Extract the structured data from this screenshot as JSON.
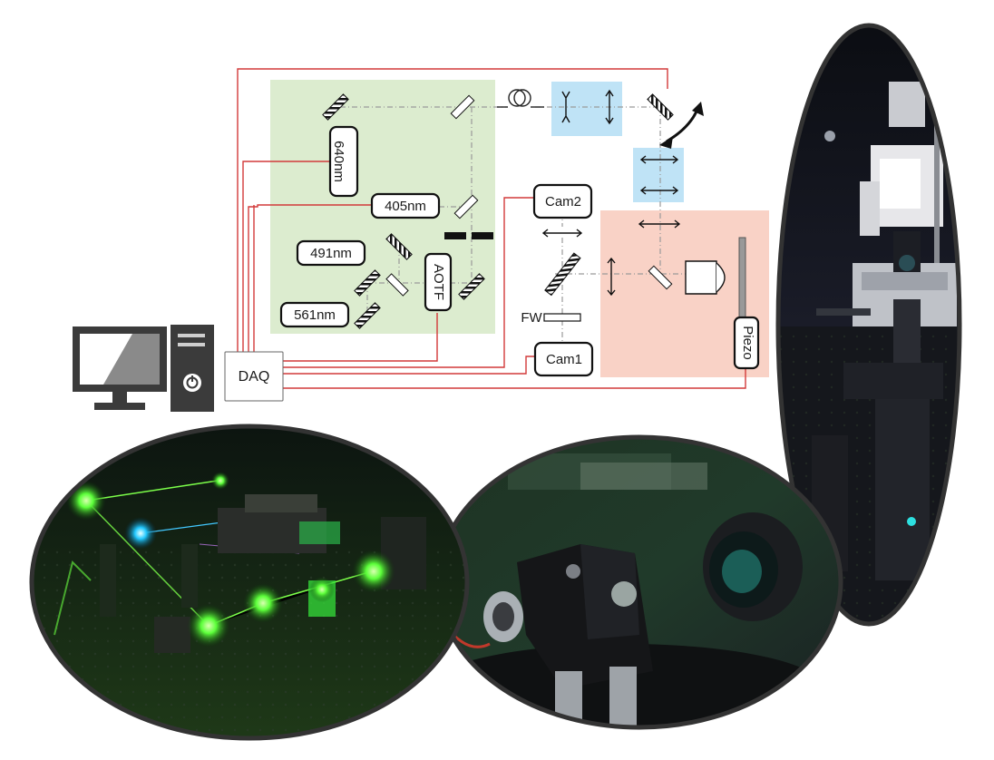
{
  "diagram": {
    "lasers": [
      "640nm",
      "405nm",
      "491nm",
      "561nm"
    ],
    "modulator": "AOTF",
    "cameras": [
      "Cam2",
      "Cam1"
    ],
    "filter_wheel": "FW",
    "stage": "Piezo",
    "controller": "DAQ",
    "colors": {
      "laser_panel": "#dceccf",
      "scan_optics": "#bfe3f6",
      "detection_panel": "#f9d2c6",
      "control_wire": "#d23a3a"
    }
  },
  "photos": [
    {
      "subject": "laser combining optics on optical table"
    },
    {
      "subject": "mirror mount close-up"
    },
    {
      "subject": "inverted microscope body"
    }
  ],
  "icons": [
    "computer-monitor-icon",
    "computer-tower-icon",
    "power-icon"
  ]
}
